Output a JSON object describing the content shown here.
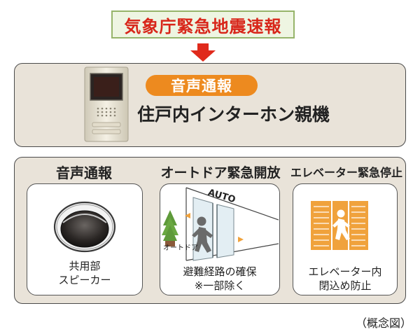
{
  "alert_title": "気象庁緊急地震速報",
  "intercom": {
    "badge": "音声通報",
    "label": "住戸内インターホン親機"
  },
  "columns": [
    {
      "title": "音声通報",
      "line1": "共用部",
      "line2": "スピーカー"
    },
    {
      "title": "オートドア緊急開放",
      "door_sign": "AUTO",
      "door_label": "オートドア",
      "line1": "避難経路の確保",
      "line2": "※一部除く"
    },
    {
      "title": "エレベーター緊急停止",
      "line1": "エレベーター内",
      "line2": "閉込め防止"
    }
  ],
  "caption": "（概念図）",
  "colors": {
    "title_red": "#d8261a",
    "title_bg": "#eef5e2",
    "title_border": "#96b46a",
    "badge_orange": "#ed8a1f",
    "panel_bg": "#e9e3d9",
    "elevator_orange": "#f0a23c"
  }
}
